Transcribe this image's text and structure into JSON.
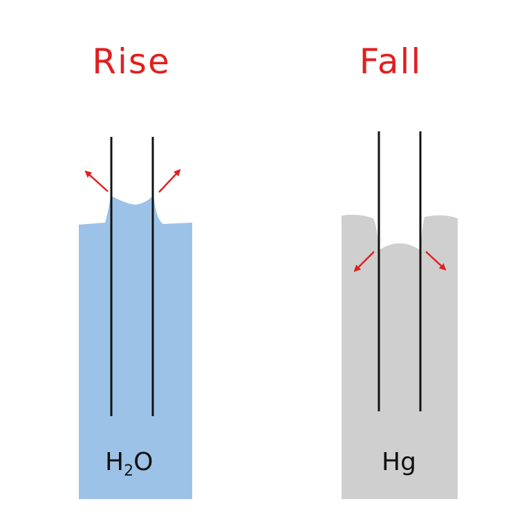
{
  "panels": [
    {
      "title": "Rise",
      "liquid": {
        "symbol": "H",
        "subscript": "2",
        "suffix": "O"
      },
      "fill_color": "#9dc2e7"
    },
    {
      "title": "Fall",
      "liquid": {
        "symbol": "Hg"
      },
      "fill_color": "#cfcfcf"
    }
  ],
  "colors": {
    "title": "#e02020",
    "arrow": "#e02020",
    "tube_wall": "#111111"
  }
}
